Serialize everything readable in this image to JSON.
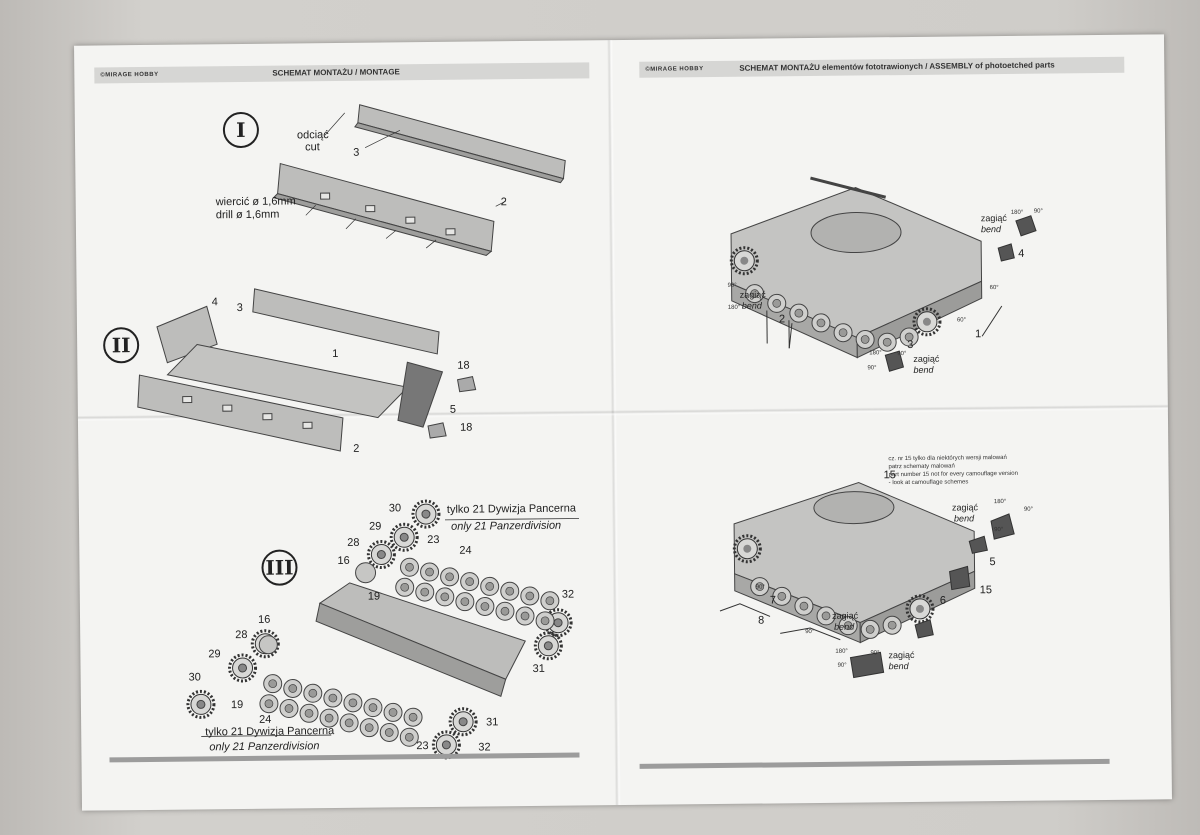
{
  "left_page": {
    "brand": "©MIRAGE HOBBY",
    "header_title": "SCHEMAT MONTAŻU / MONTAGE",
    "steps": [
      {
        "roman": "I",
        "cut_pl": "odciąć",
        "cut_en": "cut",
        "drill_pl": "wiercić ø 1,6mm",
        "drill_en": "drill ø 1,6mm",
        "parts": [
          "3",
          "2"
        ]
      },
      {
        "roman": "II",
        "parts": [
          "4",
          "3",
          "1",
          "18",
          "5",
          "18",
          "2"
        ]
      },
      {
        "roman": "III",
        "note_pl": "tylko 21 Dywizja Pancerna",
        "note_en": "only 21 Panzerdivision",
        "parts_top": [
          "30",
          "29",
          "28",
          "23",
          "16",
          "24",
          "19",
          "32",
          "31"
        ],
        "parts_bottom": [
          "16",
          "28",
          "29",
          "30",
          "19",
          "24",
          "31",
          "23",
          "32"
        ]
      }
    ]
  },
  "right_page": {
    "brand": "©MIRAGE HOBBY",
    "header_title": "SCHEMAT MONTAŻU elementów fototrawionych / ASSEMBLY of photoetched parts",
    "top_view": {
      "bend_pl": "zagiąć",
      "bend_en": "bend",
      "angles": [
        "180°",
        "90°",
        "90°",
        "180°",
        "60°",
        "60°",
        "180°",
        "90°",
        "90°"
      ],
      "parts": [
        "4",
        "2",
        "1",
        "3"
      ]
    },
    "bottom_view": {
      "note": [
        "cz. nr 15 tylko dla niektórych wersji malowań",
        "patrz schematy malowań",
        "part number 15 not for every camouflage version",
        "- look at camouflage schemes"
      ],
      "bend_pl": "zagiąć",
      "bend_en": "bend",
      "angles": [
        "180°",
        "90°",
        "90°",
        "90°",
        "90°",
        "180°",
        "90°",
        "90°"
      ],
      "parts": [
        "15",
        "5",
        "6",
        "15",
        "7",
        "8"
      ]
    }
  },
  "colors": {
    "paper": "#f4f4f2",
    "header_bar": "#d6d6d4",
    "part_grey": "#b9b9b7",
    "line": "#333333",
    "background": "#c9c7c3"
  }
}
